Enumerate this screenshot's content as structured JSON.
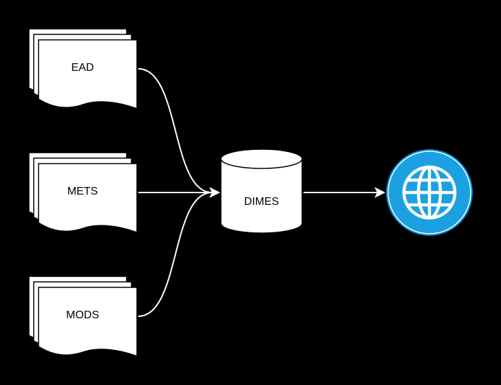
{
  "diagram": {
    "sources": [
      {
        "label": "EAD"
      },
      {
        "label": "METS"
      },
      {
        "label": "MODS"
      }
    ],
    "store": {
      "label": "DIMES"
    },
    "output": {
      "icon": "globe-icon"
    },
    "colors": {
      "background": "#000000",
      "shape_fill": "#ffffff",
      "shape_stroke": "#000000",
      "connector": "#ffffff",
      "globe_fill": "#1ba1e2",
      "globe_ring": "#0288c7",
      "globe_lines": "#ffffff"
    }
  }
}
